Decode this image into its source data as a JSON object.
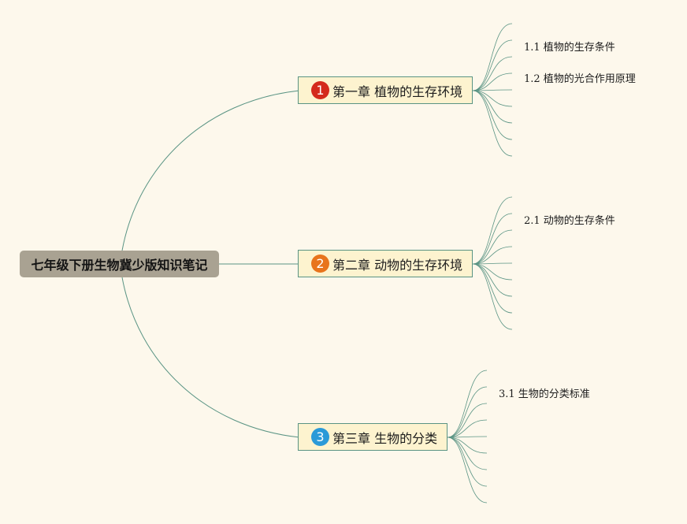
{
  "root": {
    "title": "七年级下册生物冀少版知识笔记"
  },
  "chapters": [
    {
      "num": "1",
      "title": "第一章 植物的生存环境",
      "badge_color": "#d42a1c",
      "topics": [
        "1.1 植物的生存条件",
        "1.2 植物的光合作用原理"
      ]
    },
    {
      "num": "2",
      "title": "第二章 动物的生存环境",
      "badge_color": "#e8741c",
      "topics": [
        "2.1 动物的生存条件"
      ]
    },
    {
      "num": "3",
      "title": "第三章 生物的分类",
      "badge_color": "#2b9ad8",
      "topics": [
        "3.1 生物的分类标准"
      ]
    }
  ],
  "colors": {
    "background": "#fdf8ec",
    "line": "#5a9484",
    "root_fill": "#a9a292",
    "node_fill": "#fdf3cf"
  }
}
